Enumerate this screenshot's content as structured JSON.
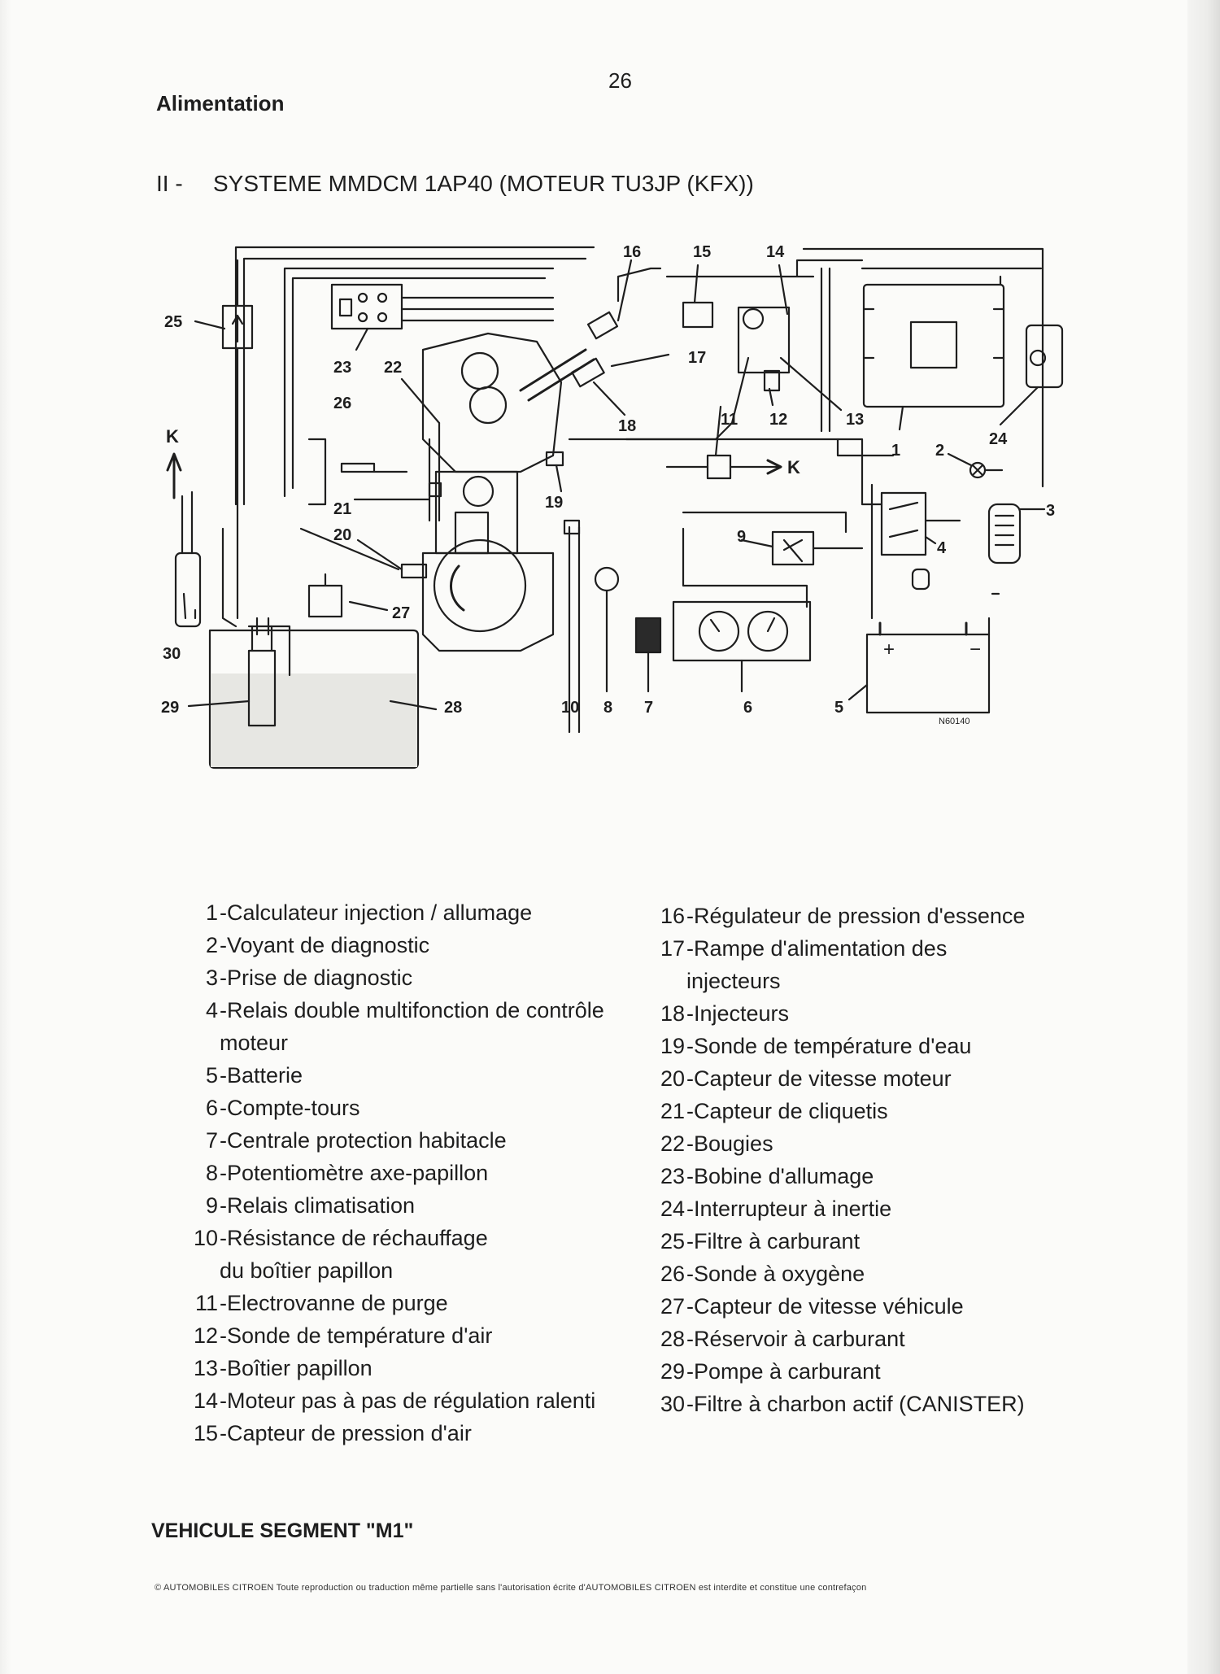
{
  "header": {
    "page_number": "26",
    "section": "Alimentation",
    "heading_num": "II -",
    "heading_text": "SYSTEME MMDCM 1AP40 (MOTEUR TU3JP (KFX))"
  },
  "diagram": {
    "callouts": {
      "c1": "1",
      "c2": "2",
      "c3": "3",
      "c4": "4",
      "c5": "5",
      "c6": "6",
      "c7": "7",
      "c8": "8",
      "c9": "9",
      "c10": "10",
      "c11": "11",
      "c12": "12",
      "c13": "13",
      "c14": "14",
      "c15": "15",
      "c16": "16",
      "c17": "17",
      "c18": "18",
      "c19": "19",
      "c20": "20",
      "c21": "21",
      "c22": "22",
      "c23": "23",
      "c24": "24",
      "c25": "25",
      "c26": "26",
      "c27": "27",
      "c28": "28",
      "c29": "29",
      "c30": "30"
    },
    "k_left": "K",
    "k_right": "K",
    "figure_code": "N60140",
    "battery_plus": "+",
    "battery_minus": "−"
  },
  "legend": {
    "left": [
      {
        "n": "1",
        "t": "-Calculateur injection / allumage",
        "cont": ""
      },
      {
        "n": "2",
        "t": "-Voyant de diagnostic",
        "cont": ""
      },
      {
        "n": "3",
        "t": "-Prise de diagnostic",
        "cont": ""
      },
      {
        "n": "4",
        "t": "-Relais double multifonction de contrôle",
        "cont": "moteur"
      },
      {
        "n": "5",
        "t": "-Batterie",
        "cont": ""
      },
      {
        "n": "6",
        "t": "-Compte-tours",
        "cont": ""
      },
      {
        "n": "7",
        "t": "-Centrale protection habitacle",
        "cont": ""
      },
      {
        "n": "8",
        "t": "-Potentiomètre axe-papillon",
        "cont": ""
      },
      {
        "n": "9",
        "t": "-Relais climatisation",
        "cont": ""
      },
      {
        "n": "10",
        "t": "-Résistance de réchauffage",
        "cont": "du boîtier papillon"
      },
      {
        "n": "11",
        "t": "-Electrovanne de purge",
        "cont": ""
      },
      {
        "n": "12",
        "t": "-Sonde de température d'air",
        "cont": ""
      },
      {
        "n": "13",
        "t": "-Boîtier papillon",
        "cont": ""
      },
      {
        "n": "14",
        "t": "-Moteur pas à pas de régulation ralenti",
        "cont": ""
      },
      {
        "n": "15",
        "t": "-Capteur de pression d'air",
        "cont": ""
      }
    ],
    "right": [
      {
        "n": "16",
        "t": "-Régulateur de pression d'essence",
        "cont": ""
      },
      {
        "n": "17",
        "t": "-Rampe d'alimentation des",
        "cont": "injecteurs"
      },
      {
        "n": "18",
        "t": "-Injecteurs",
        "cont": ""
      },
      {
        "n": "19",
        "t": "-Sonde de température d'eau",
        "cont": ""
      },
      {
        "n": "20",
        "t": "-Capteur de vitesse moteur",
        "cont": ""
      },
      {
        "n": "21",
        "t": "-Capteur de cliquetis",
        "cont": ""
      },
      {
        "n": "22",
        "t": "-Bougies",
        "cont": ""
      },
      {
        "n": "23",
        "t": "-Bobine d'allumage",
        "cont": ""
      },
      {
        "n": "24",
        "t": "-Interrupteur à inertie",
        "cont": ""
      },
      {
        "n": "25",
        "t": "-Filtre à carburant",
        "cont": ""
      },
      {
        "n": "26",
        "t": "-Sonde à oxygène",
        "cont": ""
      },
      {
        "n": "27",
        "t": "-Capteur de vitesse véhicule",
        "cont": ""
      },
      {
        "n": "28",
        "t": "-Réservoir à carburant",
        "cont": ""
      },
      {
        "n": "29",
        "t": "-Pompe à carburant",
        "cont": ""
      },
      {
        "n": "30",
        "t": "-Filtre à charbon actif (CANISTER)",
        "cont": ""
      }
    ]
  },
  "footer": {
    "label": "VEHICULE SEGMENT \"M1\"",
    "copyright": "© AUTOMOBILES CITROEN Toute reproduction ou traduction même partielle sans l'autorisation écrite d'AUTOMOBILES CITROEN est interdite et constitue une contrefaçon"
  }
}
